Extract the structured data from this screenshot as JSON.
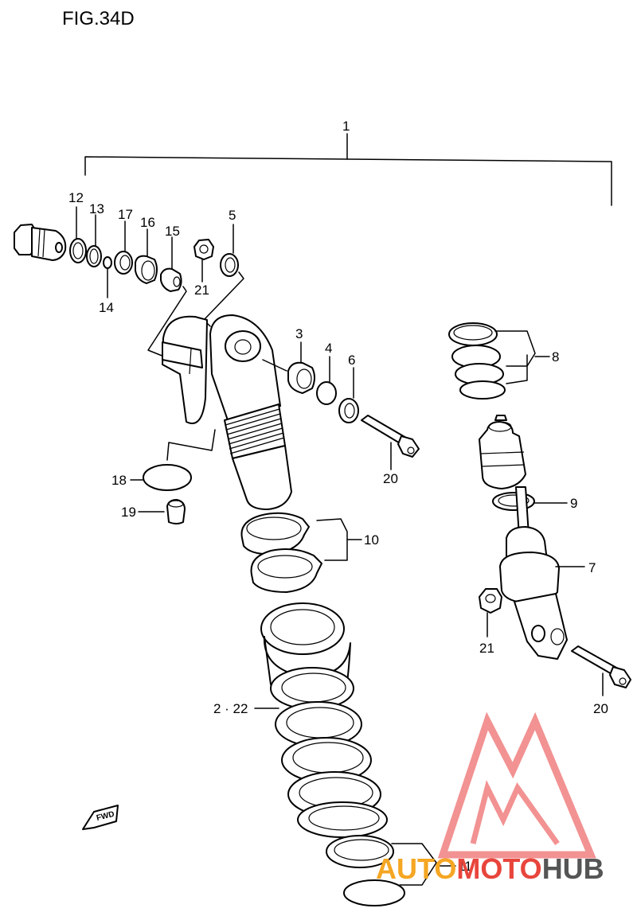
{
  "figure": {
    "title": "FIG.34D"
  },
  "callouts": {
    "c1": "1",
    "c2_22": "2 · 22",
    "c3": "3",
    "c4": "4",
    "c5": "5",
    "c6": "6",
    "c7": "7",
    "c8": "8",
    "c9": "9",
    "c10": "10",
    "c11": "11",
    "c12": "12",
    "c13": "13",
    "c14": "14",
    "c15": "15",
    "c16": "16",
    "c17": "17",
    "c18": "18",
    "c19": "19",
    "c20a": "20",
    "c20b": "20",
    "c21a": "21",
    "c21b": "21"
  },
  "fwd_badge": {
    "text": "FWD"
  },
  "watermark": {
    "part1": "AUTO",
    "part2": "MOTO",
    "part3": "HUB",
    "colors": {
      "orange": "#f5a623",
      "red": "#e8453c",
      "gray": "#555555",
      "logo": "#f08080"
    }
  }
}
